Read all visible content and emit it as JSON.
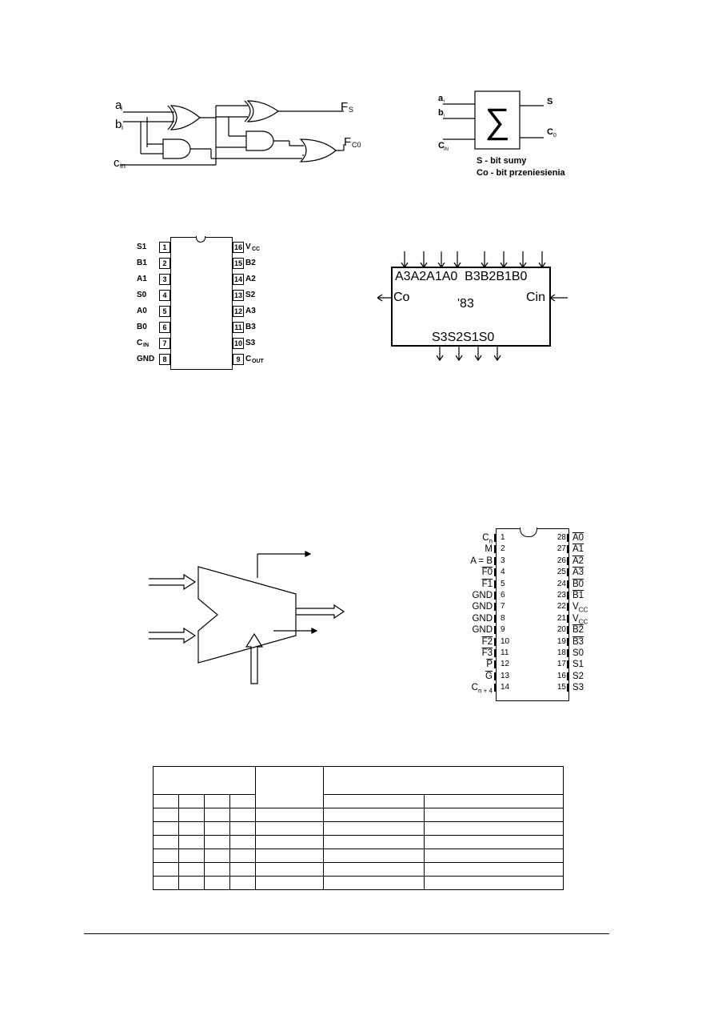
{
  "full_adder": {
    "inputs": [
      "a",
      "b",
      "c"
    ],
    "input_subs": [
      "i",
      "i",
      "in"
    ],
    "outputs": [
      "F",
      "F"
    ],
    "output_subs": [
      "S",
      "C0"
    ]
  },
  "sigma_block": {
    "inputs": [
      "a",
      "b",
      "C"
    ],
    "input_subs": [
      "i",
      "i",
      "IN"
    ],
    "outputs": [
      "S",
      "C"
    ],
    "output_subs": [
      "",
      "0"
    ],
    "symbol": "∑",
    "legend": [
      "S - bit sumy",
      "Co - bit przeniesienia"
    ]
  },
  "chip16": {
    "left_pins": [
      {
        "num": "1",
        "label": "S1"
      },
      {
        "num": "2",
        "label": "B1"
      },
      {
        "num": "3",
        "label": "A1"
      },
      {
        "num": "4",
        "label": "S0"
      },
      {
        "num": "5",
        "label": "A0"
      },
      {
        "num": "6",
        "label": "B0"
      },
      {
        "num": "7",
        "label": "C",
        "sub": "IN"
      },
      {
        "num": "8",
        "label": "GND"
      }
    ],
    "right_pins": [
      {
        "num": "16",
        "label": "V",
        "sub": "CC"
      },
      {
        "num": "15",
        "label": "B2"
      },
      {
        "num": "14",
        "label": "A2"
      },
      {
        "num": "13",
        "label": "S2"
      },
      {
        "num": "12",
        "label": "A3"
      },
      {
        "num": "11",
        "label": "B3"
      },
      {
        "num": "10",
        "label": "S3"
      },
      {
        "num": "9",
        "label": "C",
        "sub": "OUT"
      }
    ]
  },
  "block83": {
    "top_inputs": "A3A2A1A0  B3B2B1B0",
    "left": "Co",
    "center": "'83",
    "right": "Cin",
    "bottom_outputs": "S3S2S1S0"
  },
  "chip28": {
    "left_pins": [
      {
        "num": "1",
        "label": "C",
        "sub": "n"
      },
      {
        "num": "2",
        "label": "M"
      },
      {
        "num": "3",
        "label": "A = B"
      },
      {
        "num": "4",
        "label": "F0",
        "bar": true
      },
      {
        "num": "5",
        "label": "F1",
        "bar": true
      },
      {
        "num": "6",
        "label": "GND"
      },
      {
        "num": "7",
        "label": "GND"
      },
      {
        "num": "8",
        "label": "GND"
      },
      {
        "num": "9",
        "label": "GND"
      },
      {
        "num": "10",
        "label": "F2",
        "bar": true
      },
      {
        "num": "11",
        "label": "F3",
        "bar": true
      },
      {
        "num": "12",
        "label": "P",
        "bar": true
      },
      {
        "num": "13",
        "label": "G",
        "bar": true
      },
      {
        "num": "14",
        "label": "C",
        "sub": "n + 4"
      }
    ],
    "right_pins": [
      {
        "num": "28",
        "label": "A0",
        "bar": true
      },
      {
        "num": "27",
        "label": "A1",
        "bar": true
      },
      {
        "num": "26",
        "label": "A2",
        "bar": true
      },
      {
        "num": "25",
        "label": "A3",
        "bar": true
      },
      {
        "num": "24",
        "label": "B0",
        "bar": true
      },
      {
        "num": "23",
        "label": "B1",
        "bar": true
      },
      {
        "num": "22",
        "label": "V",
        "sub": "CC"
      },
      {
        "num": "21",
        "label": "V",
        "sub": "CC"
      },
      {
        "num": "20",
        "label": "B2",
        "bar": true
      },
      {
        "num": "19",
        "label": "B3",
        "bar": true
      },
      {
        "num": "18",
        "label": "S0"
      },
      {
        "num": "17",
        "label": "S1"
      },
      {
        "num": "16",
        "label": "S2"
      },
      {
        "num": "15",
        "label": "S3"
      }
    ]
  },
  "table": {
    "data_rows": 6
  }
}
